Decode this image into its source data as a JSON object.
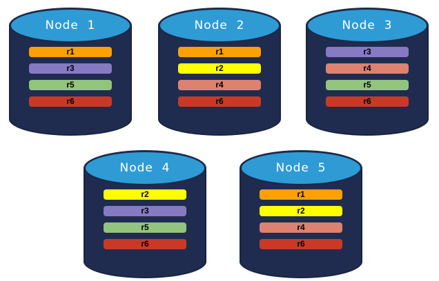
{
  "colors": {
    "background": "#FFFFFF",
    "cylinder_body": "#1F2C50",
    "cylinder_outline": "#18233F",
    "cylinder_top": "#2E9BD5",
    "title_text": "#FFFFFF",
    "bar_text": "#000000"
  },
  "replica_colors": {
    "r1": "#FCA004",
    "r2": "#FFFF00",
    "r3": "#8779C2",
    "r4": "#DD8171",
    "r5": "#93C47E",
    "r6": "#C93A26"
  },
  "nodes": [
    {
      "title": "Node  1",
      "replicas": [
        "r1",
        "r3",
        "r5",
        "r6"
      ]
    },
    {
      "title": "Node  2",
      "replicas": [
        "r1",
        "r2",
        "r4",
        "r6"
      ]
    },
    {
      "title": "Node  3",
      "replicas": [
        "r3",
        "r4",
        "r5",
        "r6"
      ]
    },
    {
      "title": "Node  4",
      "replicas": [
        "r2",
        "r3",
        "r5",
        "r6"
      ]
    },
    {
      "title": "Node  5",
      "replicas": [
        "r1",
        "r2",
        "r4",
        "r6"
      ]
    }
  ]
}
